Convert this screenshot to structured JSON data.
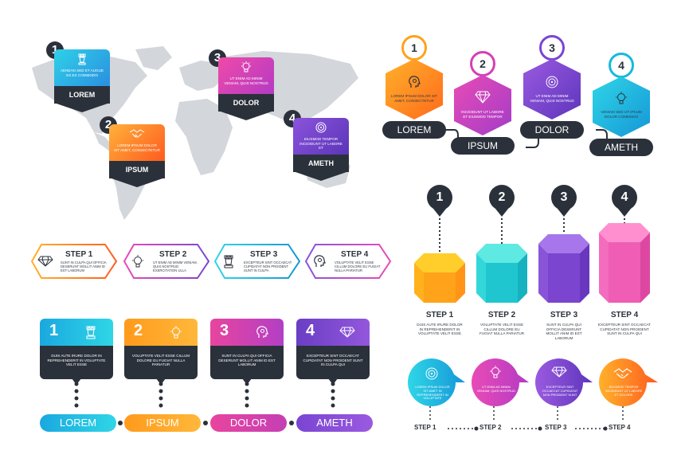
{
  "colors": {
    "dark": "#2b313b",
    "cyan": "#16b9de",
    "orange": "#ff8a1c",
    "magenta": "#e23fa0",
    "purple": "#7a3ec8",
    "map": "#d3d6da"
  },
  "map_section": {
    "markers": [
      {
        "number": "1",
        "text": "Aenean sed et augue es ex commodo",
        "label": "LOREM",
        "icon": "rook-icon"
      },
      {
        "number": "2",
        "text": "Lorem ipsum dolor sit amet, consectetur",
        "label": "IPSUM",
        "icon": "handshake-icon"
      },
      {
        "number": "3",
        "text": "Ut enim ad minim veniam, quis nostrud",
        "label": "DOLOR",
        "icon": "gear-bulb-icon"
      },
      {
        "number": "4",
        "text": "Eiusmod tempor incididunt ut labore et",
        "label": "AMETH",
        "icon": "target-icon"
      }
    ]
  },
  "hex_section": {
    "items": [
      {
        "number": "1",
        "text": "Lorem ipsum dolor sit amet, consectetur",
        "label": "LOREM"
      },
      {
        "number": "2",
        "text": "Incididunt ut labore et eiusmod tempor",
        "label": "IPSUM"
      },
      {
        "number": "3",
        "text": "Ut enim ad minim veniam, quis nostrud",
        "label": "DOLOR"
      },
      {
        "number": "4",
        "text": "Veniam sed ut ipsum dolor commodo",
        "label": "AMETH"
      }
    ]
  },
  "step_tags": [
    {
      "title": "STEP 1",
      "text": "Sunt in culpa qui officia deserunt mollit anim id est laborum",
      "icon": "diamond-icon"
    },
    {
      "title": "STEP 2",
      "text": "Ut enim ad minim veniam, quis nostrud exercitation ulla",
      "icon": "gear-bulb-icon"
    },
    {
      "title": "STEP 3",
      "text": "Excepteur sint occaecat cupidatat non proident sunt in culpa",
      "icon": "rook-icon"
    },
    {
      "title": "STEP 4",
      "text": "Voluptate velit esse cillum dolore eu fugiat nulla pariatur",
      "icon": "head-gear-icon"
    }
  ],
  "prism_section": {
    "items": [
      {
        "number": "1",
        "title": "STEP 1",
        "text": "Duis aute irure dolor in reprehenderit in voluptate velit esse"
      },
      {
        "number": "2",
        "title": "STEP 2",
        "text": "Voluptate velit esse cillum dolore eu fugiat nulla pariatur"
      },
      {
        "number": "3",
        "title": "STEP 3",
        "text": "Sunt in culpa qui officia deserunt mollit anim id est laborum"
      },
      {
        "number": "4",
        "title": "STEP 4",
        "text": "Excepteur sint occaecat cupidatat non proident sunt in culpa qui"
      }
    ]
  },
  "cards_section": {
    "items": [
      {
        "number": "1",
        "text": "Duis aute irure dolor in reprehenderit in voluptate velit esse",
        "label": "LOREM",
        "icon": "rook-icon"
      },
      {
        "number": "2",
        "text": "Voluptate velit esse cillum dolore eu fugiat nulla pariatur",
        "label": "IPSUM",
        "icon": "gear-bulb-icon"
      },
      {
        "number": "3",
        "text": "Sunt in culpa qui officia deserunt mollit anim id est laborum",
        "label": "DOLOR",
        "icon": "head-gear-icon"
      },
      {
        "number": "4",
        "text": "Excepteur sint occaecat cupidatat non proident sunt in culpa qui",
        "label": "AMETH",
        "icon": "diamond-icon"
      }
    ]
  },
  "bubble_section": {
    "items": [
      {
        "text": "Lorem ipsum dolor sit amet in reprehenderit in voluptate",
        "step": "STEP 1",
        "icon": "target-icon"
      },
      {
        "text": "Ut enim ad minim veniam, quis nostrud",
        "step": "STEP 2",
        "icon": "gear-bulb-icon"
      },
      {
        "text": "Excepteur sint occaecat cupidatat non proident sunt",
        "step": "STEP 3",
        "icon": "diamond-icon"
      },
      {
        "text": "Eiusmod tempor incididunt ut labore et dolore",
        "step": "STEP 4",
        "icon": "handshake-icon"
      }
    ]
  }
}
